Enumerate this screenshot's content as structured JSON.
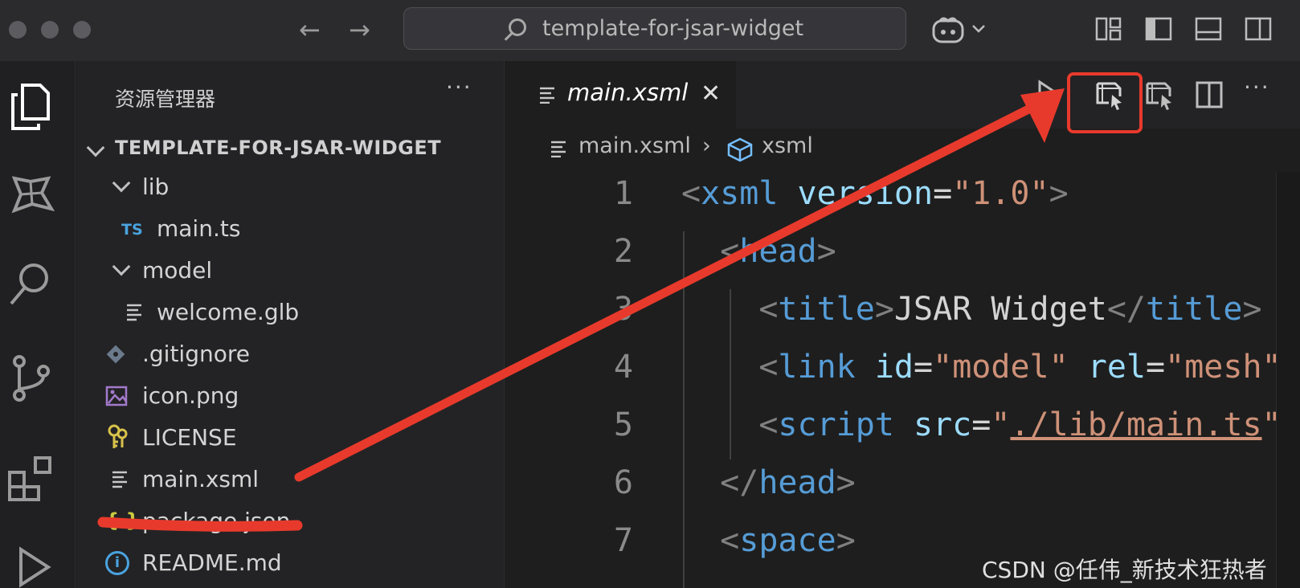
{
  "titlebar": {
    "search_text": "template-for-jsar-widget",
    "nav_back_glyph": "←",
    "nav_forward_glyph": "→",
    "icons": [
      "copilot-icon",
      "chevron-down-icon",
      "customize-layout-icon",
      "toggle-sidebar-icon",
      "toggle-panel-icon",
      "toggle-secondary-sidebar-icon"
    ]
  },
  "activitybar": {
    "items": [
      "explorer-icon",
      "extension-3d-icon",
      "search-icon",
      "source-control-icon",
      "extensions-icon",
      "run-debug-icon"
    ]
  },
  "sidebar": {
    "title": "资源管理器",
    "more": "···",
    "folder": "TEMPLATE-FOR-JSAR-WIDGET",
    "tree": [
      {
        "label": "lib",
        "kind": "folder"
      },
      {
        "label": "main.ts",
        "kind": "ts",
        "badge": "TS"
      },
      {
        "label": "model",
        "kind": "folder"
      },
      {
        "label": "welcome.glb",
        "kind": "text"
      },
      {
        "label": ".gitignore",
        "kind": "git"
      },
      {
        "label": "icon.png",
        "kind": "image"
      },
      {
        "label": "LICENSE",
        "kind": "license"
      },
      {
        "label": "main.xsml",
        "kind": "text"
      },
      {
        "label": "package.json",
        "kind": "json",
        "badge": "{ }"
      },
      {
        "label": "README.md",
        "kind": "info",
        "badge": "i"
      }
    ]
  },
  "editor": {
    "tab": {
      "label": "main.xsml",
      "close": "✕"
    },
    "actions": [
      "run-icon",
      "preview-xsml-icon",
      "preview-side-icon",
      "split-editor-icon",
      "more-actions-icon"
    ],
    "more_glyph": "···",
    "breadcrumb": {
      "file": "main.xsml",
      "separator": "›",
      "symbol": "xsml"
    },
    "line_numbers": [
      "1",
      "2",
      "3",
      "4",
      "5",
      "6",
      "7"
    ],
    "code": {
      "l1": [
        "<",
        "xsml",
        " ",
        "version",
        "=",
        "\"1.0\"",
        ">"
      ],
      "l2": [
        "  ",
        "<",
        "head",
        ">"
      ],
      "l3": [
        "    ",
        "<",
        "title",
        ">",
        "JSAR Widget",
        "</",
        "title",
        ">"
      ],
      "l4": [
        "    ",
        "<",
        "link",
        " ",
        "id",
        "=",
        "\"model\"",
        " ",
        "rel",
        "=",
        "\"mesh\""
      ],
      "l5": [
        "    ",
        "<",
        "script",
        " ",
        "src",
        "=",
        "\"",
        "./lib/main.ts",
        "\""
      ],
      "l6": [
        "  ",
        "</",
        "head",
        ">"
      ],
      "l7": [
        "  ",
        "<",
        "space",
        ">"
      ]
    }
  },
  "annotation": {
    "color": "#e83a2c"
  },
  "watermark": "CSDN @任伟_新技术狂热者"
}
